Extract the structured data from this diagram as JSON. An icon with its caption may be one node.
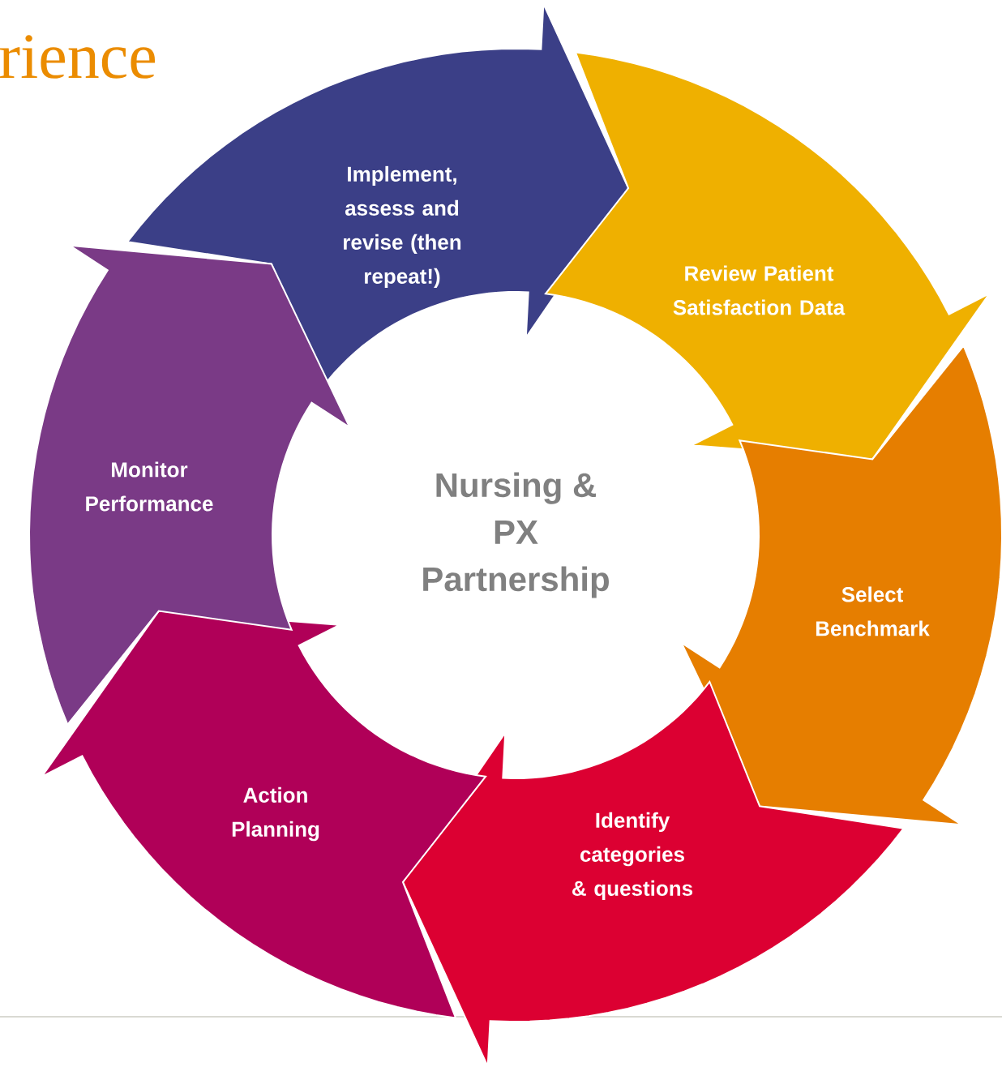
{
  "diagram": {
    "title": "rience",
    "nodes": [
      {
        "text": [
          "Nursing & PX Partnership"
        ]
      },
      {
        "text": [
          "Implement, assess and revise (then repeat!)"
        ]
      },
      {
        "text": [
          "Review Patient Satisfaction Data"
        ]
      },
      {
        "text": [
          "Select Benchmark"
        ]
      },
      {
        "text": [
          "Identify categories & questions"
        ]
      },
      {
        "text": [
          "Action Planning"
        ]
      },
      {
        "text": [
          "Monitor Performance"
        ]
      }
    ]
  }
}
